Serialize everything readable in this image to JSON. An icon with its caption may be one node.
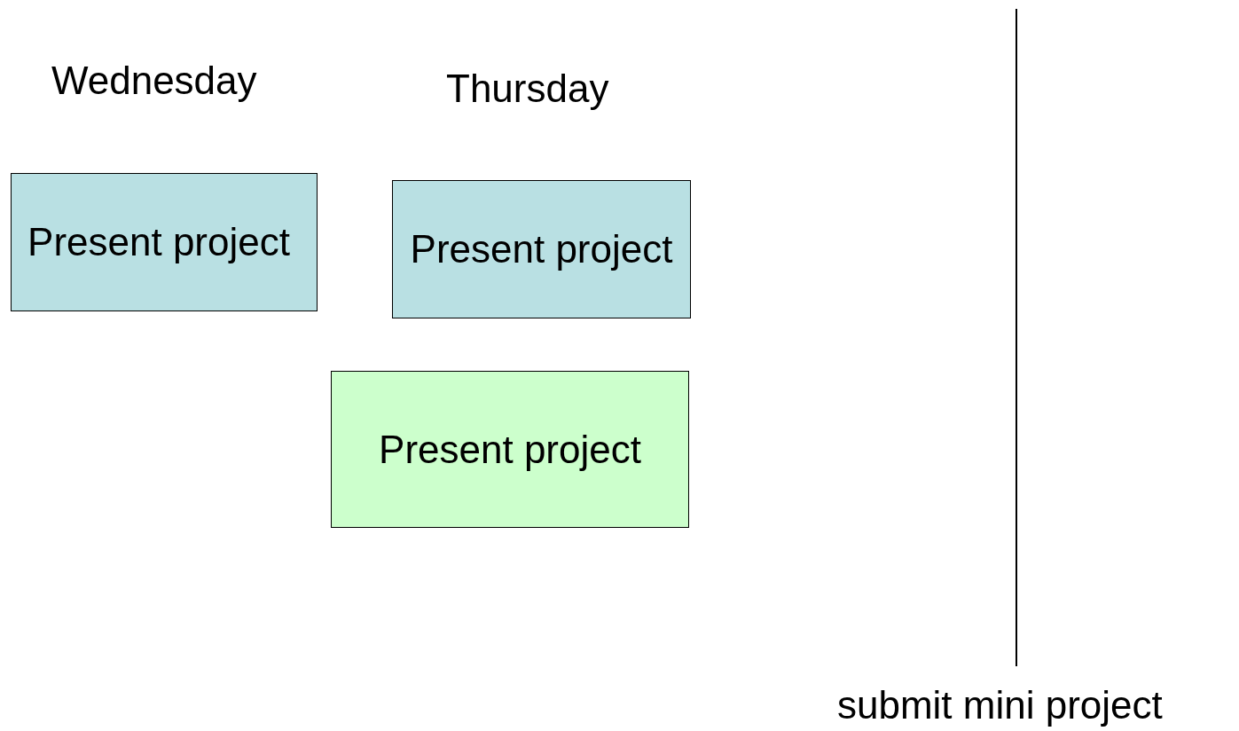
{
  "diagram": {
    "nodes": [
      {
        "text": [
          "Present project"
        ]
      },
      {
        "text": [
          "Present project"
        ]
      },
      {
        "text": [
          "Present project"
        ]
      }
    ],
    "labels": [
      "Wednesday",
      "Thursday",
      "submit mini project"
    ]
  }
}
